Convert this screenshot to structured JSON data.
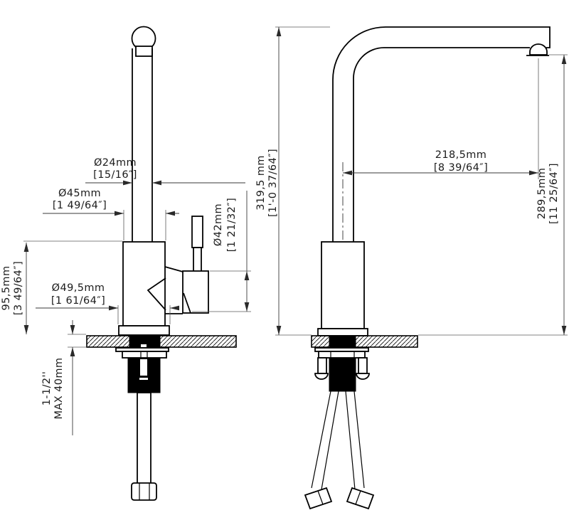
{
  "drawing": {
    "type": "faucet-installation-dimension-drawing",
    "colors": {
      "line": "#000000",
      "dim_line": "#3a3a3a",
      "background": "#ffffff"
    },
    "front_view": {
      "dims": {
        "spout_diameter": {
          "mm": "Ø24mm",
          "inch": "[15/16″]"
        },
        "body_diameter": {
          "mm": "Ø45mm",
          "inch": "[1 49/64″]"
        },
        "base_diameter": {
          "mm": "Ø49,5mm",
          "inch": "[1 61/64″]"
        },
        "handle_diameter": {
          "mm": "Ø42mm",
          "inch": "[1 21/32″]"
        },
        "body_height": {
          "mm": "95,5mm",
          "inch": "[3 49/64″]"
        },
        "counter_thickness": {
          "line1": "1-1/2''",
          "line2": "MAX 40mm"
        }
      }
    },
    "side_view": {
      "dims": {
        "total_height": {
          "mm": "319,5 mm",
          "inch": "[1'-0 37/64″]"
        },
        "spout_reach": {
          "mm": "218,5mm",
          "inch": "[8 39/64″]"
        },
        "spout_height": {
          "mm": "289,5mm",
          "inch": "[11 25/64″]"
        }
      }
    }
  }
}
